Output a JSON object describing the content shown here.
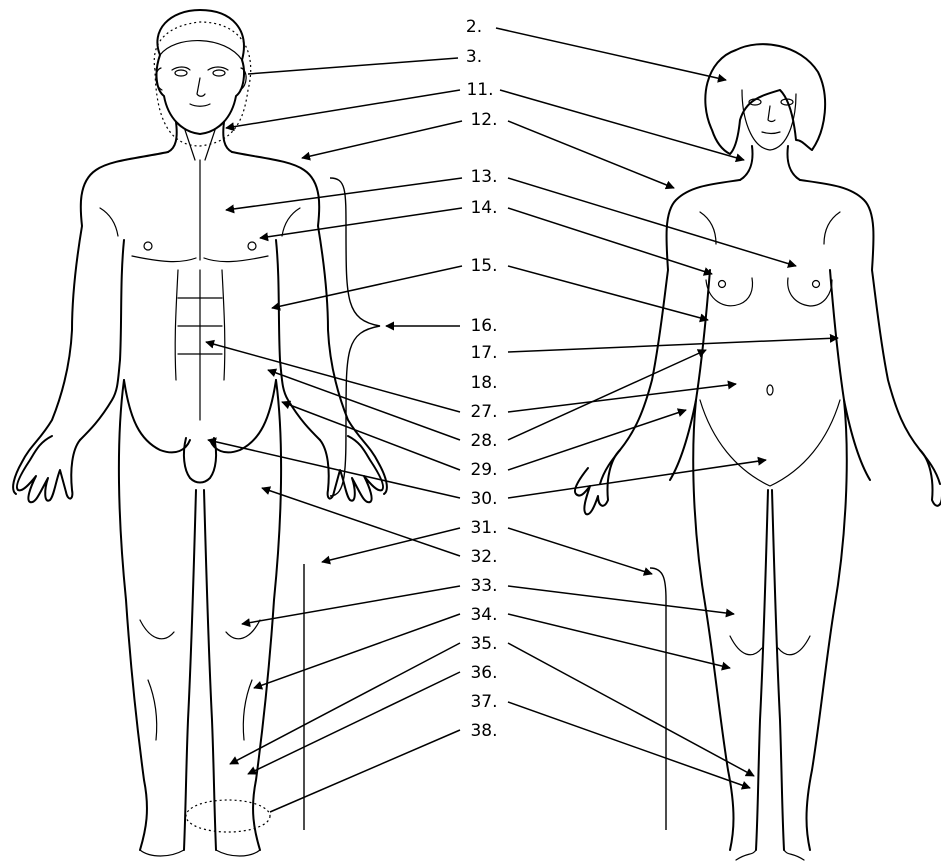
{
  "labels": [
    "2.",
    "3.",
    "11.",
    "12.",
    "13.",
    "14.",
    "15.",
    "16.",
    "17.",
    "18.",
    "27.",
    "28.",
    "29.",
    "30.",
    "31.",
    "32.",
    "33.",
    "34.",
    "35.",
    "36.",
    "37.",
    "38."
  ],
  "colors": {
    "ink": "#000000",
    "background": "#ffffff"
  }
}
